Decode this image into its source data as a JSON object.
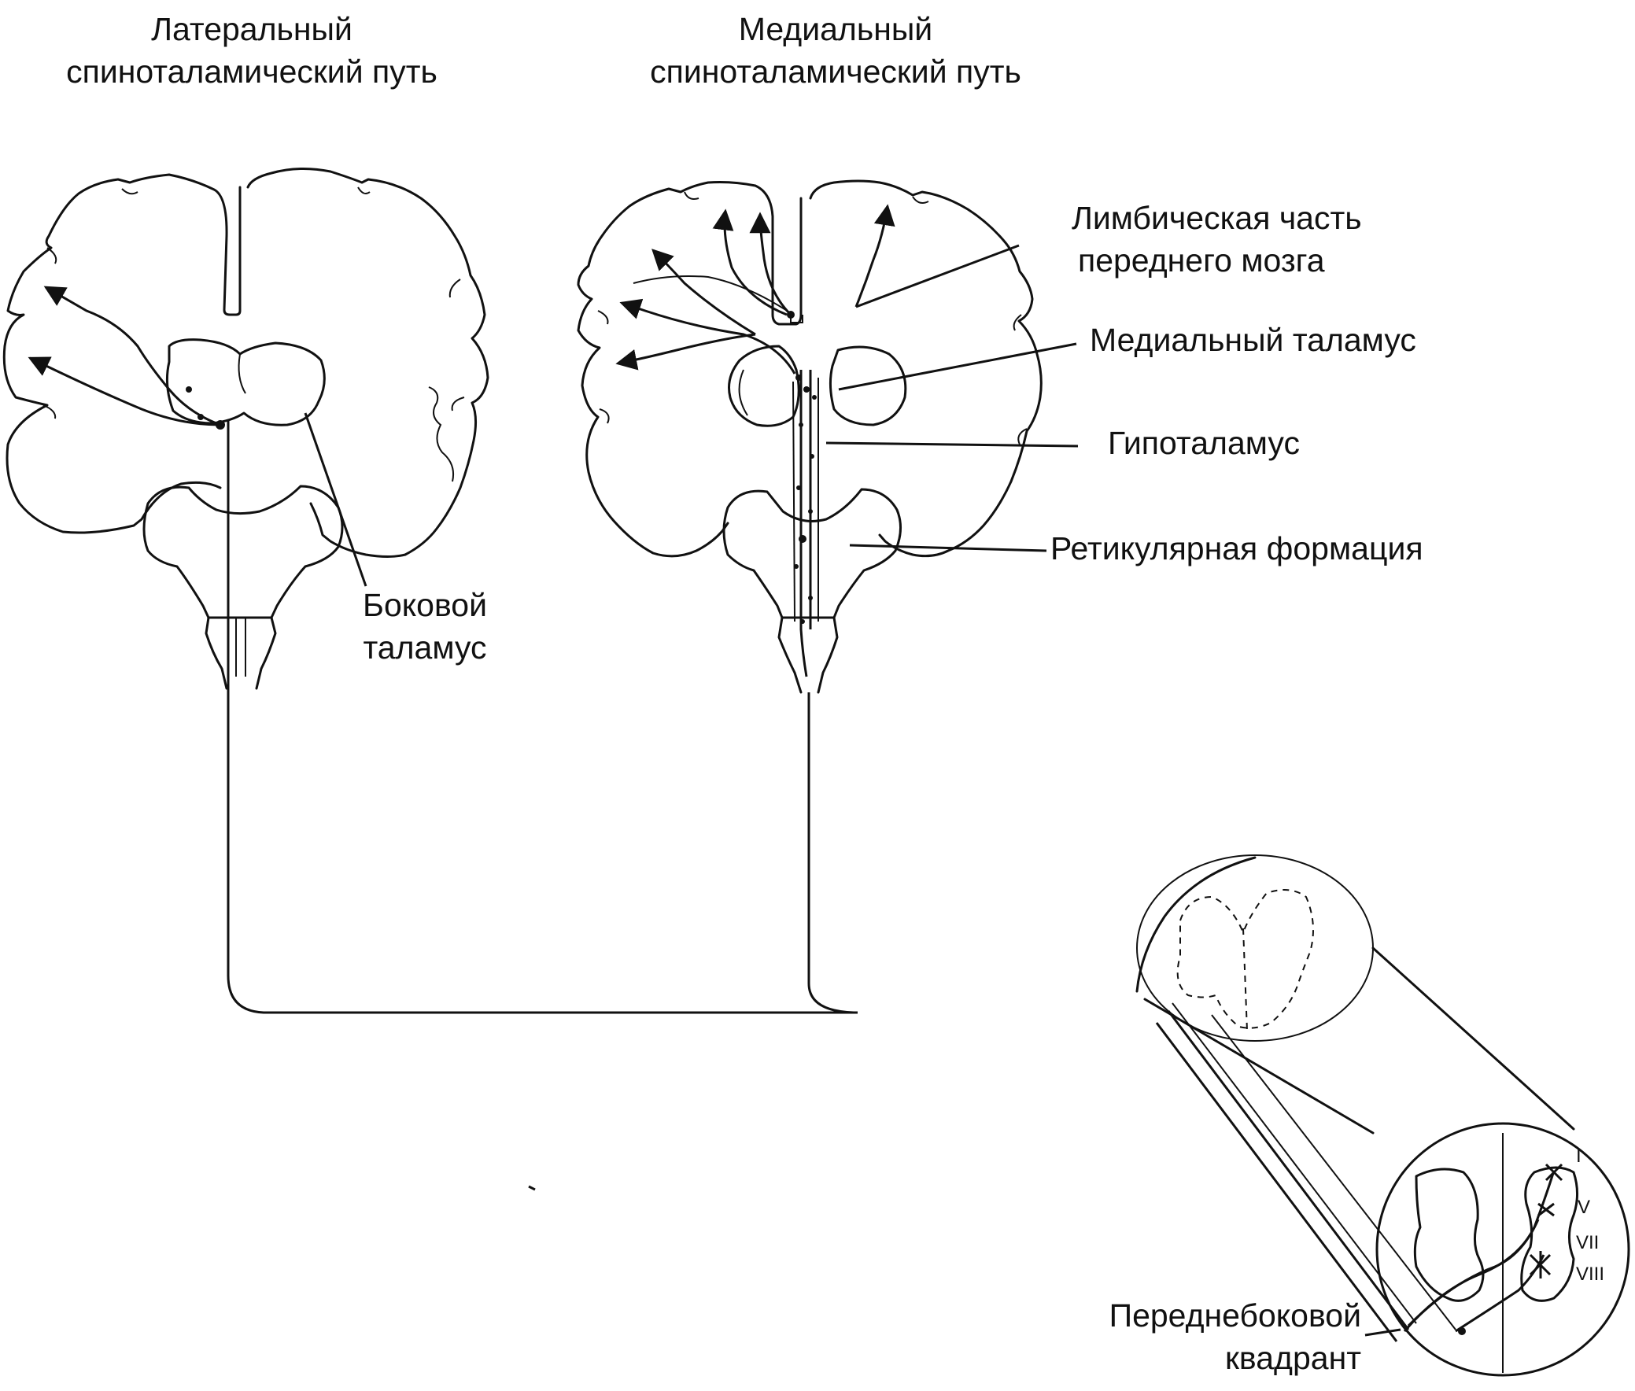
{
  "titles": {
    "lateral_line1": "Латеральный",
    "lateral_line2": "спиноталамический путь",
    "medial_line1": "Медиальный",
    "medial_line2": "спиноталамический путь"
  },
  "labels": {
    "lateral_thalamus_line1": "Боковой",
    "lateral_thalamus_line2": "таламус",
    "limbic_line1": "Лимбическая часть",
    "limbic_line2": "переднего мозга",
    "medial_thalamus": "Медиальный таламус",
    "hypothalamus": "Гипоталамус",
    "reticular": "Ретикулярная формация",
    "anterolateral_line1": "Переднебоковой",
    "anterolateral_line2": "квадрант"
  },
  "laminae": [
    "I",
    "V",
    "VII",
    "VIII"
  ]
}
